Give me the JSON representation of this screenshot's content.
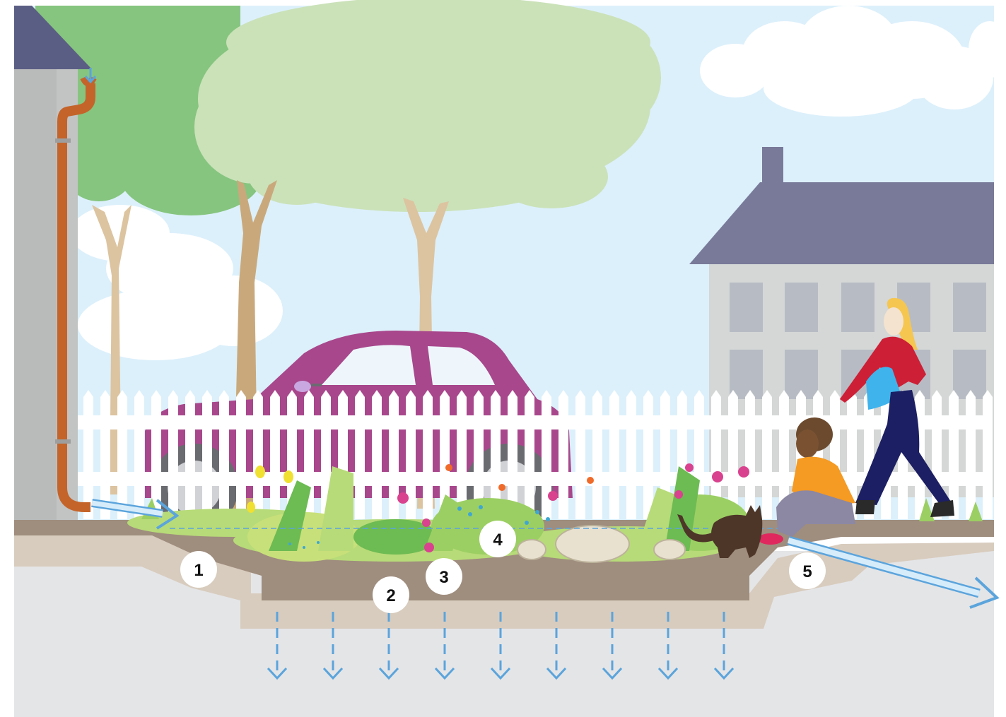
{
  "markers": [
    {
      "id": "1",
      "label": "1"
    },
    {
      "id": "2",
      "label": "2"
    },
    {
      "id": "3",
      "label": "3"
    },
    {
      "id": "4",
      "label": "4"
    },
    {
      "id": "5",
      "label": "5"
    }
  ],
  "colors": {
    "sky": "#dcf0fb",
    "cloud": "#ffffff",
    "tree_dark": "#86c57f",
    "tree_light": "#cbe2b9",
    "trunk": "#c9a97c",
    "trunk_light": "#dcc4a0",
    "house_wall": "#b9bbbb",
    "roof": "#5b5e84",
    "downspout": "#c4642a",
    "building_wall": "#d4d7d6",
    "building_roof": "#797a99",
    "window": "#b7bcc4",
    "car": "#a8478c",
    "fence": "#ffffff",
    "topsoil": "#9f8d7e",
    "subsoil": "#d8ccbe",
    "ground": "#e4e5e7",
    "water_arrow": "#5ba4dc",
    "plant_green": "#6dbb53",
    "plant_light": "#b7db78",
    "flower_pink": "#d9428e",
    "flower_yellow": "#f0e032",
    "stone": "#e9e1cf",
    "woman_shirt": "#cd1f36",
    "woman_pants": "#1c1f63",
    "bag": "#3fb3ec",
    "child_shirt": "#f59a22",
    "child_pants": "#8c87a3",
    "cat": "#4d3628"
  },
  "icons": {
    "roof_water": "down-arrow-icon",
    "infiltration": "down-arrow-icon",
    "inflow": "right-arrow-icon",
    "overflow": "right-arrow-icon"
  }
}
